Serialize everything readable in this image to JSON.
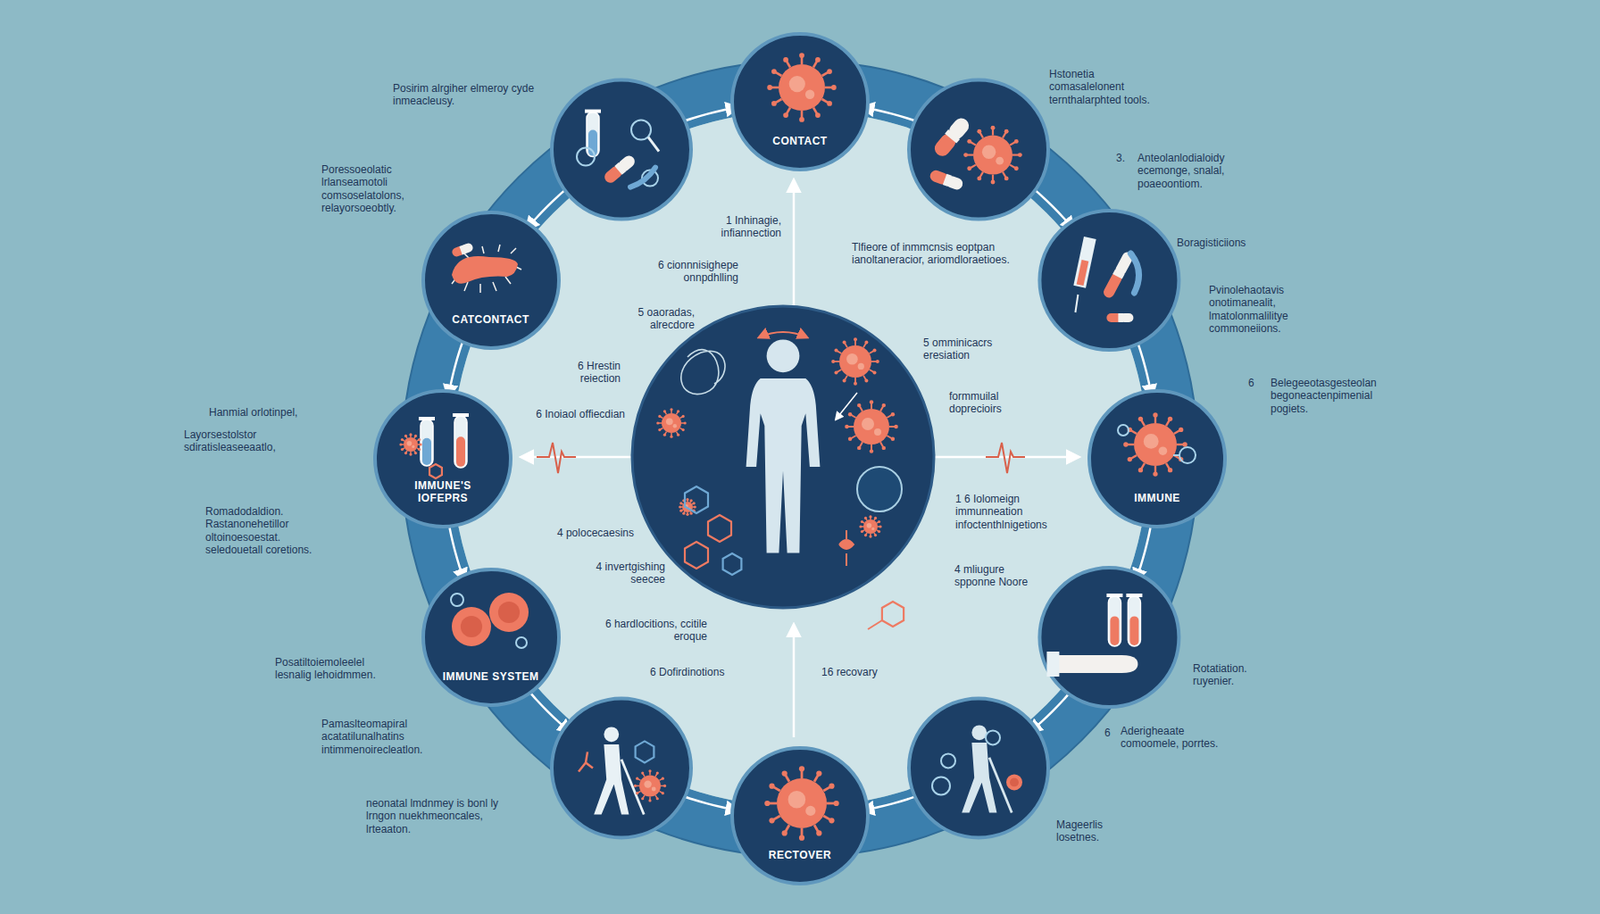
{
  "diagram": {
    "nodes": [
      {
        "text": [
          "CONTACT"
        ]
      },
      {
        "text": [
          "CATCONTACT"
        ]
      },
      {
        "text": [
          "IMMUNE'S IOFEPRS"
        ]
      },
      {
        "text": [
          "IMMUNE"
        ]
      },
      {
        "text": [
          "IMMUNE SYSTEM"
        ]
      },
      {
        "text": [
          "RECTOVER"
        ]
      }
    ],
    "labels": [
      "Posirim alrgiher elmeroy cyde inmeacleusy.",
      "Poressoeolatic lrlanseamotoli comsoselatolons, relayorsoeobtly.",
      "Hanmial orlotinpel,",
      "Layorsestolstor sdiratisleaseeaatlo,",
      "Romadodaldion. Rastanonehetillor oltoinoesoestat. seledouetall coretions.",
      "Posatiltoiemoleelel lesnalig lehoidmmen.",
      "Pamaslteomapiral acatatilunalhatins intimmenoirecleatlon.",
      "neonatal lmdnmey is bonl ly lrngon nuekhmeoncales, lrteaaton.",
      "Hstonetia comasalelonent ternthalarphted tools.",
      "3.",
      "Anteolanlodialoidy ecemonge, snalal, poaeoontiom.",
      "Boragisticiions",
      "Pvinolehaotavis onotimanealit, lmatolonmalilitye commoneiions.",
      "6",
      "Belegeeotasgesteolan begoneactenpimenial pogiets.",
      "Rotatiation. ruyenier.",
      "6",
      "Aderigheaate comoomele, porrtes.",
      "Mageerlis losetnes.",
      "1 Inhinagie, infiannection",
      "6 cionnnisighepe onnpdhlling",
      "5 oaoradas, alrecdore",
      "6 Hrestin reiection",
      "6 Inoiaol offiecdian",
      "4 polocecaesins",
      "4 invertgishing seecee",
      "6 hardlocitions, ccitile eroque",
      "6 Dofirdinotions",
      "Tlfieore of inmmcnsis eoptpan ianoltaneracior, ariomdloraetioes.",
      "5 omminicacrs eresiation",
      "formmuilal doprecioirs",
      "1 6 Iolomeign immunneation infoctenthlnigetions",
      "4 mliugure spponne Noore",
      "16 recovary"
    ]
  }
}
